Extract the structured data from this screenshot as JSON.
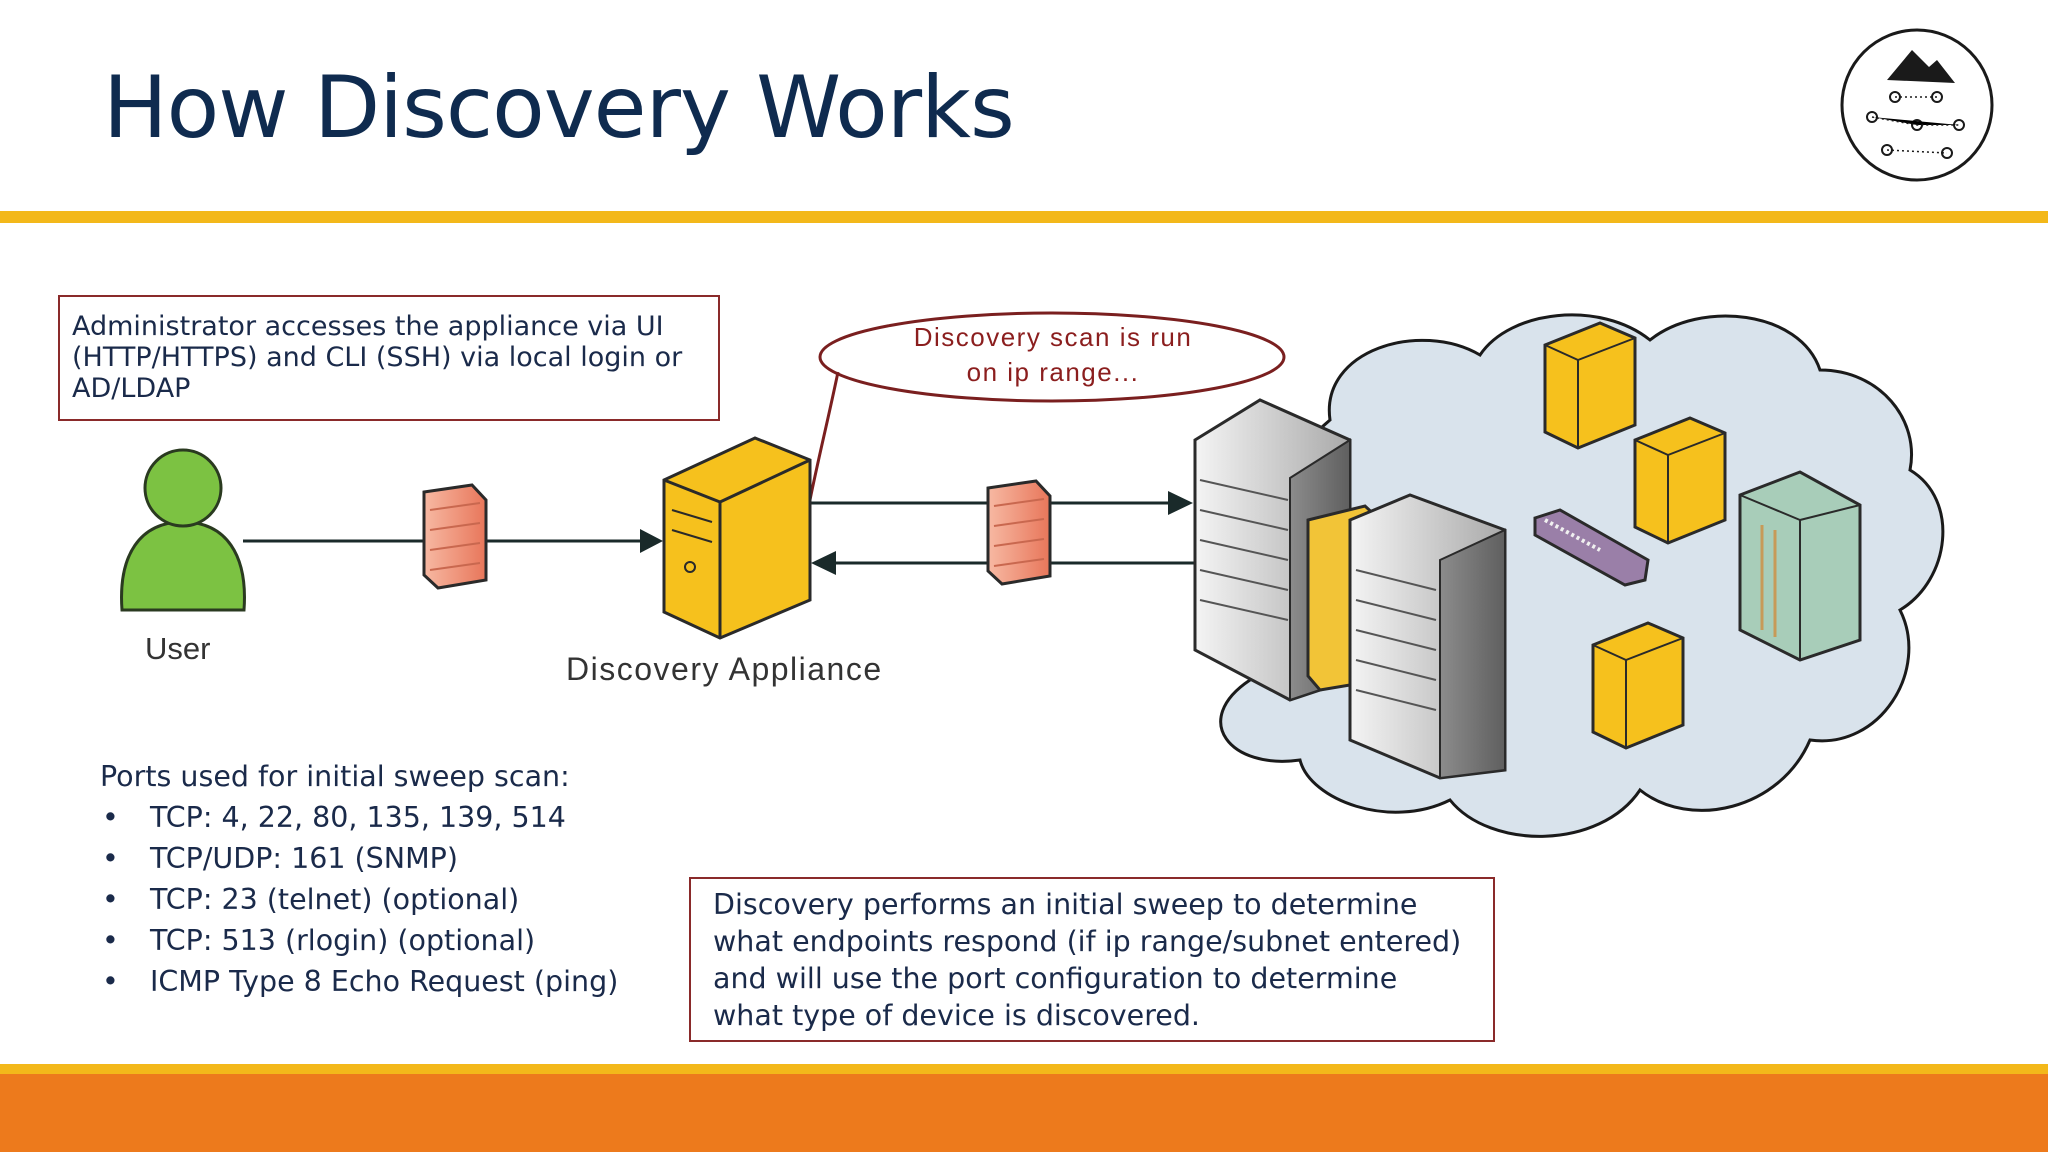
{
  "slide": {
    "title": "How Discovery Works"
  },
  "notes": {
    "admin": "Administrator accesses the appliance via UI (HTTP/HTTPS) and CLI (SSH) via local login or AD/LDAP",
    "scan_bubble_lines": [
      "Discovery scan is run",
      "on ip range..."
    ],
    "sweep": "Discovery performs an initial sweep to determine what endpoints respond (if ip range/subnet entered) and will use the port configuration to determine what type of device is discovered."
  },
  "labels": {
    "user": "User",
    "appliance": "Discovery Appliance"
  },
  "ports": {
    "heading": "Ports used for initial sweep scan:",
    "items": [
      "TCP: 4, 22, 80, 135, 139, 514",
      "TCP/UDP: 161 (SNMP)",
      "TCP: 23 (telnet) (optional)",
      "TCP: 513 (rlogin) (optional)",
      "ICMP Type 8 Echo Request (ping)"
    ]
  },
  "icons": {
    "logo": "mountain-network-logo-icon",
    "user": "user-icon",
    "firewall": "firewall-icon",
    "appliance": "server-tower-icon",
    "cloud": "network-cloud-icon",
    "rack": "server-rack-icon",
    "switch": "network-switch-icon",
    "mainframe": "mainframe-icon"
  },
  "colors": {
    "title": "#0f2b4f",
    "gold": "#f3b81a",
    "orange": "#ed7a1c",
    "note_border": "#8a2a2a",
    "bubble_text": "#8b1e1e",
    "user_green": "#7cc242",
    "server_yellow": "#f6c11d",
    "cloud_fill": "#d9e3ec"
  }
}
